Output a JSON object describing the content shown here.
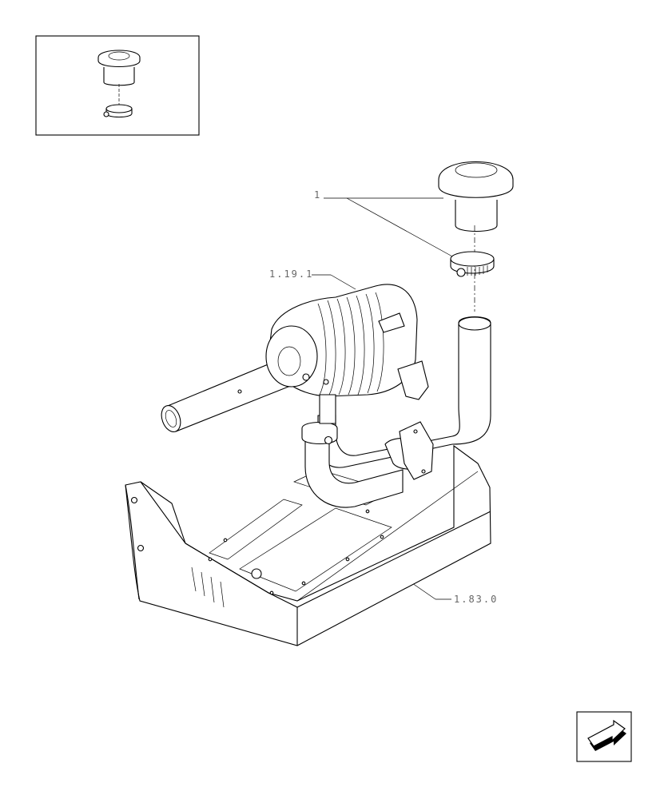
{
  "callouts": {
    "part_1": "1",
    "ref_air_filter": "1.19.1",
    "ref_hood": "1.83.0"
  },
  "icons": {
    "inset": "inset-view-icon",
    "next": "next-page-arrow-icon"
  },
  "colors": {
    "line": "#000000",
    "label": "#666666",
    "background": "#ffffff"
  }
}
